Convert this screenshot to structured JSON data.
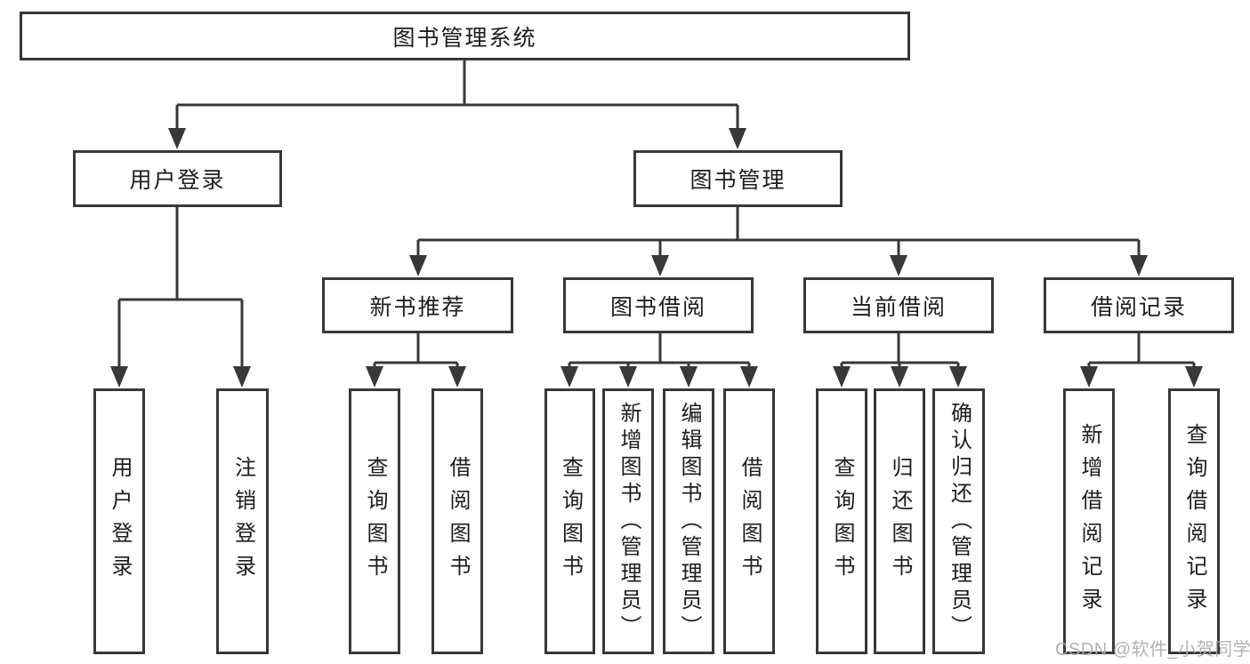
{
  "diagram": {
    "root": {
      "label": "图书管理系统"
    },
    "level1": [
      {
        "label": "用户登录"
      },
      {
        "label": "图书管理"
      }
    ],
    "level2": [
      {
        "label": "新书推荐"
      },
      {
        "label": "图书借阅"
      },
      {
        "label": "当前借阅"
      },
      {
        "label": "借阅记录"
      }
    ],
    "leaves": [
      {
        "label": "用户登录"
      },
      {
        "label": "注销登录"
      },
      {
        "label": "查询图书"
      },
      {
        "label": "借阅图书"
      },
      {
        "label": "查询图书"
      },
      {
        "label": "新增图书（管理员）"
      },
      {
        "label": "编辑图书（管理员）"
      },
      {
        "label": "借阅图书"
      },
      {
        "label": "查询图书"
      },
      {
        "label": "归还图书"
      },
      {
        "label": "确认归还（管理员）"
      },
      {
        "label": "新增借阅记录"
      },
      {
        "label": "查询借阅记录"
      }
    ]
  },
  "watermark": {
    "text": "CSDN @软件_小贺同学"
  },
  "colors": {
    "line": "#383838",
    "text": "#1d1d1d",
    "background": "#ffffff",
    "watermark": "#acacac"
  }
}
